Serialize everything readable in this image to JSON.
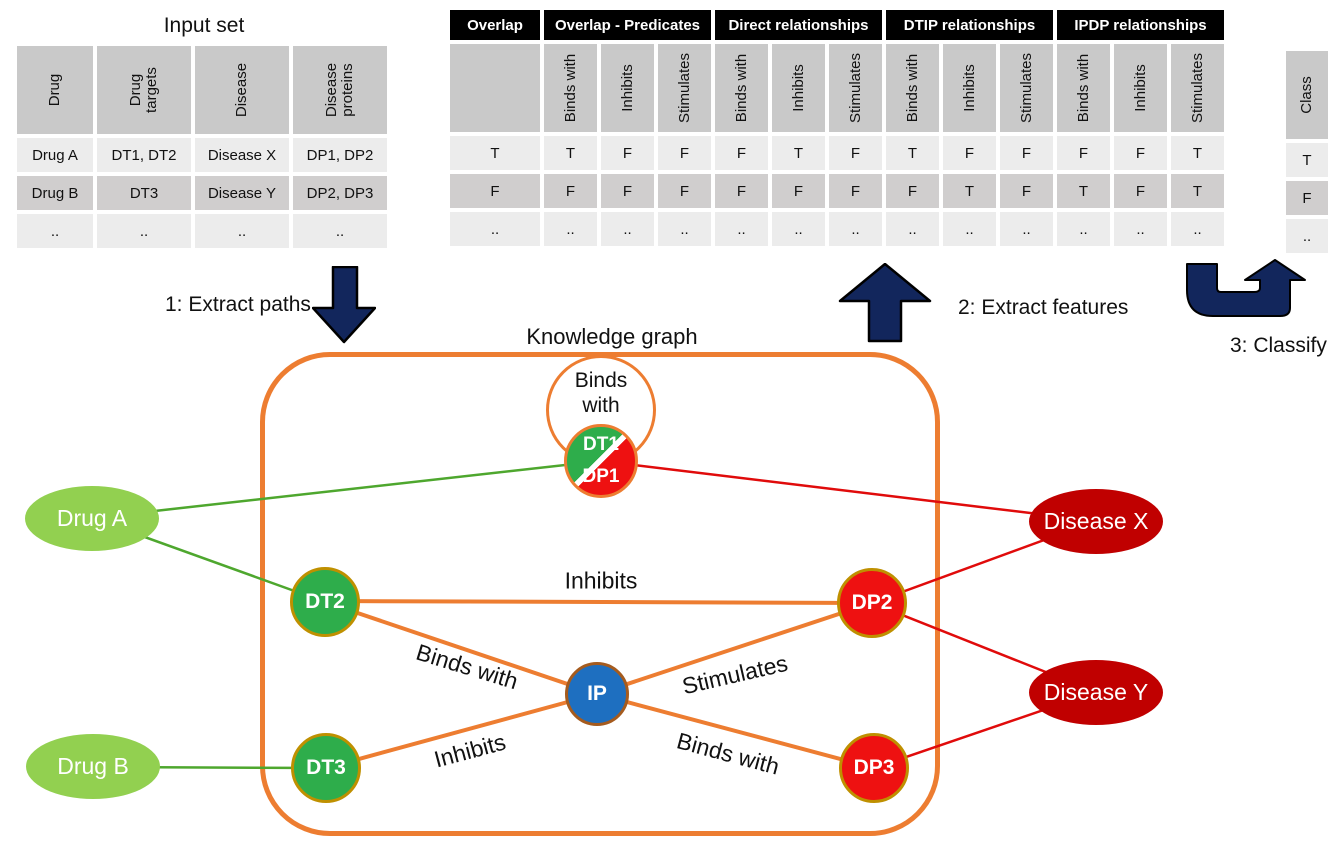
{
  "colors": {
    "orange": "#ED7D31",
    "navy_arrow": "#12265C",
    "drug_green": "#92D050",
    "node_green": "#2EAD4B",
    "node_red": "#EE1111",
    "disease_red": "#C00000",
    "ip_blue": "#1E6FC0",
    "node_border_olive": "#BF9000",
    "header_black": "#000000",
    "header_gray": "#C9C9C9",
    "row_light": "#ECECEC",
    "row_dark": "#D0CECE",
    "edge_green": "#4EA72E",
    "edge_red": "#E00B0B"
  },
  "input_set": {
    "title": "Input set",
    "columns": [
      "Drug",
      "Drug targets",
      "Disease",
      "Disease proteins"
    ],
    "rows": [
      [
        "Drug A",
        "DT1, DT2",
        "Disease X",
        "DP1, DP2"
      ],
      [
        "Drug B",
        "DT3",
        "Disease Y",
        "DP2, DP3"
      ],
      [
        "..",
        "..",
        "..",
        ".."
      ]
    ]
  },
  "features": {
    "groups": [
      {
        "label": "Overlap",
        "span": 1
      },
      {
        "label": "Overlap - Predicates",
        "span": 3
      },
      {
        "label": "Direct relationships",
        "span": 3
      },
      {
        "label": "DTIP relationships",
        "span": 3
      },
      {
        "label": "IPDP relationships",
        "span": 3
      }
    ],
    "subcolumns": [
      "",
      "Binds with",
      "Inhibits",
      "Stimulates",
      "Binds with",
      "Inhibits",
      "Stimulates",
      "Binds with",
      "Inhibits",
      "Stimulates",
      "Binds with",
      "Inhibits",
      "Stimulates"
    ],
    "rows": [
      [
        "T",
        "T",
        "F",
        "F",
        "F",
        "T",
        "F",
        "T",
        "F",
        "F",
        "F",
        "F",
        "T"
      ],
      [
        "F",
        "F",
        "F",
        "F",
        "F",
        "F",
        "F",
        "F",
        "T",
        "F",
        "T",
        "F",
        "T"
      ],
      [
        "..",
        "..",
        "..",
        "..",
        "..",
        "..",
        "..",
        "..",
        "..",
        "..",
        "..",
        "..",
        ".."
      ]
    ]
  },
  "class_table": {
    "header": "Class",
    "rows": [
      "T",
      "F",
      ".."
    ]
  },
  "steps": {
    "step1": "1: Extract paths",
    "step2": "2: Extract features",
    "step3": "3: Classify"
  },
  "graph": {
    "title": "Knowledge graph",
    "overlap_label": "Binds with",
    "nodes": {
      "dt1": "DT1",
      "dp1": "DP1",
      "dt2": "DT2",
      "dt3": "DT3",
      "ip": "IP",
      "dp2": "DP2",
      "dp3": "DP3"
    },
    "entities": {
      "drug_a": "Drug A",
      "drug_b": "Drug B",
      "disease_x": "Disease X",
      "disease_y": "Disease Y"
    },
    "edge_labels": {
      "dt2_dp2": "Inhibits",
      "dt2_ip": "Binds with",
      "ip_dp2": "Stimulates",
      "dt3_ip": "Inhibits",
      "ip_dp3": "Binds with"
    }
  }
}
